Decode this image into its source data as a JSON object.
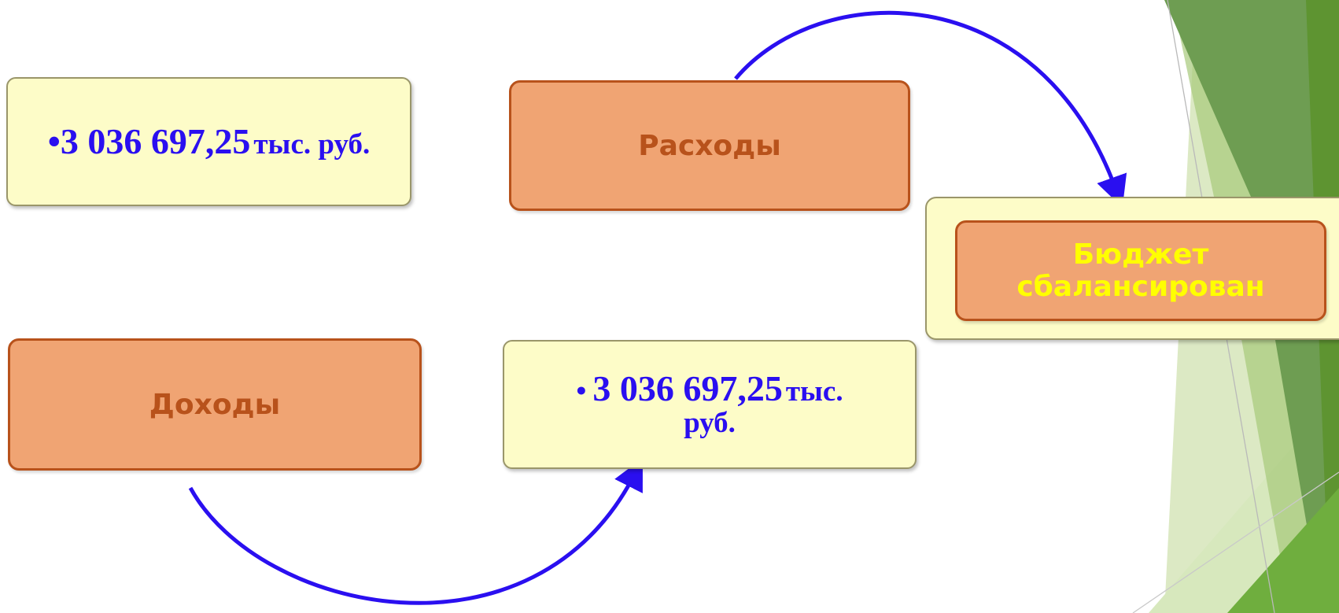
{
  "nodes": {
    "expenses": {
      "label": "Расходы"
    },
    "income": {
      "label": "Доходы"
    },
    "budget": {
      "label_line1": "Бюджет",
      "label_line2": "сбалансирован"
    },
    "expenses_amount": {
      "bullet": "•",
      "number": "3 036 697,25",
      "unit": "тыс. руб."
    },
    "income_amount": {
      "bullet": "•",
      "number": "3 036 697,25",
      "unit_line1": "тыс.",
      "unit_line2": "руб."
    }
  },
  "colors": {
    "arrow": "#2a0ff0",
    "orange_fill": "#f0a473",
    "orange_border": "#b8521b",
    "yellow_fill": "#fdfcc8",
    "budget_text": "#ffff00",
    "decor_green": "#6aa84f"
  }
}
